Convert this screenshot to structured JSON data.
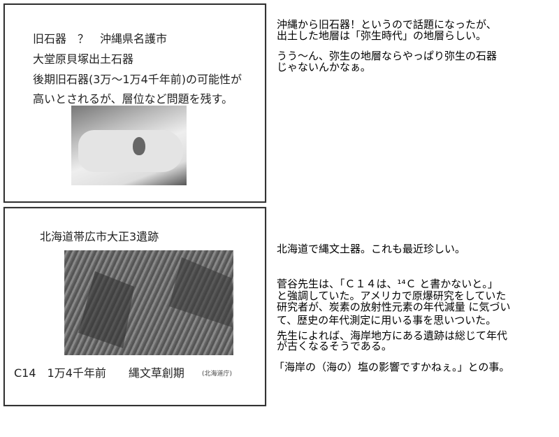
{
  "slide1": {
    "lines": [
      "旧石器　？　沖縄県名護市",
      "大堂原貝塚出土石器",
      "後期旧石器(3万～1万4千年前)の可能性が",
      "高いとされるが、層位など問題を残す。"
    ]
  },
  "slide2": {
    "title": "北海道帯広市大正3遺跡",
    "caption": "C14　1万4千年前　　縄文草創期",
    "credit": "(北海道庁)"
  },
  "comment1": {
    "lines": [
      "沖縄から旧石器！というので話題になったが、",
      "出土した地層は「弥生時代」の地層らしい。",
      "うう～ん、弥生の地層ならやっぱり弥生の石器",
      "じゃないんかなぁ。"
    ]
  },
  "comment2": {
    "lines": [
      "北海道で縄文土器。これも最近珍しい。",
      "菅谷先生は、「Ｃ１４は、¹⁴Ｃ と書かないと。」",
      "と強調していた。アメリカで原爆研究をしていた",
      "研究者が、炭素の放射性元素の年代減量 に気づい",
      "て、歴史の年代測定に用いる事を思いついた。",
      "先生によれば、海岸地方にある遺跡は総じて年代",
      "が古くなるそうである。",
      "「海岸の（海の）塩の影響ですかねぇ。」との事。"
    ]
  }
}
